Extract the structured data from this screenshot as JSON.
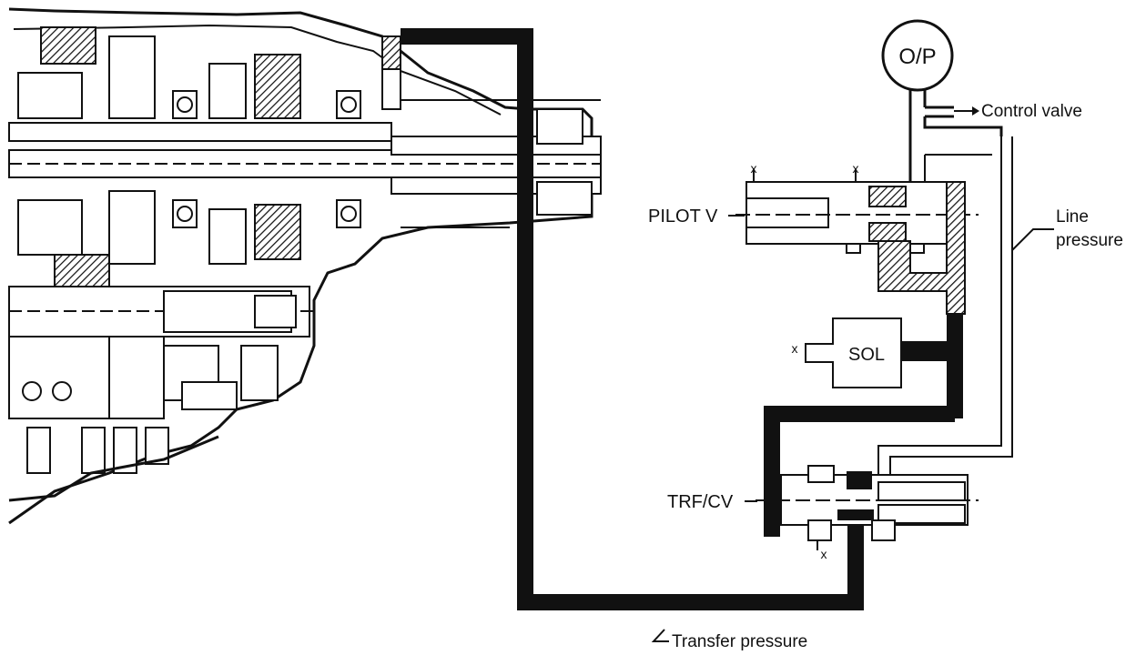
{
  "labels": {
    "op": "O/P",
    "control_valve": "Control valve",
    "pilot_v": "PILOT V",
    "line_pressure_1": "Line",
    "line_pressure_2": "pressure",
    "sol": "SOL",
    "trf_cv": "TRF/CV",
    "transfer_pressure": "Transfer pressure",
    "x": "x"
  },
  "colors": {
    "ink": "#111111",
    "background": "#ffffff"
  }
}
